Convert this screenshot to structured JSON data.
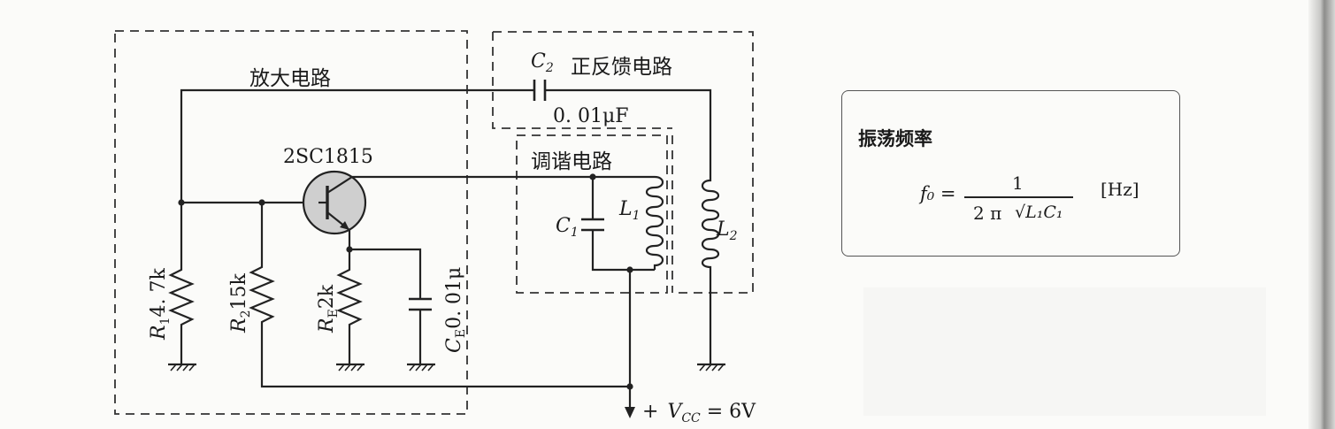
{
  "blocks": {
    "amplifier": "放大电路",
    "feedback": "正反馈电路",
    "tuning": "调谐电路"
  },
  "transistor": {
    "part": "2SC1815"
  },
  "components": {
    "r1": {
      "name": "R",
      "sub": "1",
      "value": "4. 7k"
    },
    "r2": {
      "name": "R",
      "sub": "2",
      "value": "15k"
    },
    "re": {
      "name": "R",
      "sub": "E",
      "value": "2k"
    },
    "ce": {
      "name": "C",
      "sub": "E",
      "value": "0. 01μ"
    },
    "c1": {
      "name": "C",
      "sub": "1"
    },
    "c2": {
      "name": "C",
      "sub": "2",
      "value": "0. 01μF"
    },
    "l1": {
      "name": "L",
      "sub": "1"
    },
    "l2": {
      "name": "L",
      "sub": "2"
    }
  },
  "supply": {
    "plus": "+",
    "v": "V",
    "sub": "CC",
    "eq": " = 6V"
  },
  "formula": {
    "title": "振荡频率",
    "lhs": "f₀ =",
    "numerator": "1",
    "denominator_a": "2 π",
    "denominator_b": "√L₁C₁",
    "unit": "[Hz]"
  }
}
